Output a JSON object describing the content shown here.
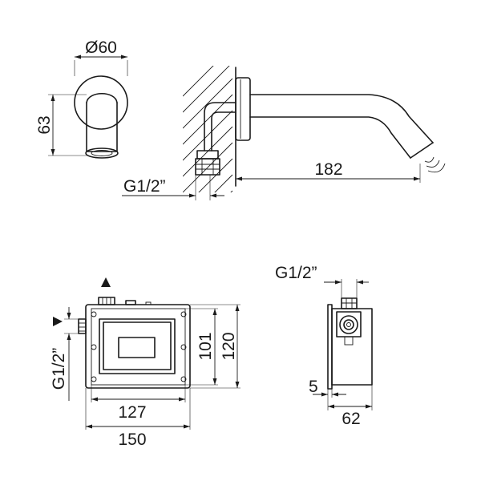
{
  "front_view": {
    "diameter_label": "Ø60",
    "height_label": "63"
  },
  "side_view": {
    "length_label": "182",
    "thread_label": "G1/2”"
  },
  "box_front": {
    "thread_label": "G1/2”",
    "inner_height_label": "101",
    "outer_height_label": "120",
    "inner_width_label": "127",
    "outer_width_label": "150"
  },
  "box_side": {
    "thread_label": "G1/2”",
    "flange_label": "5",
    "depth_label": "62"
  }
}
